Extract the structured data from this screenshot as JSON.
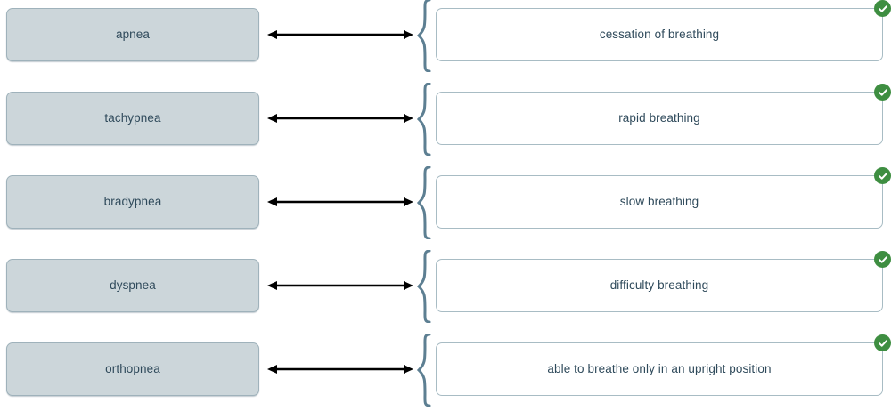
{
  "exercise": {
    "type": "term-definition-matching",
    "arrow_icon": "double-headed-arrow-icon",
    "brace_icon": "curly-brace-icon",
    "badge_icon": "green-check-circle-icon",
    "colors": {
      "term_fill": "#ccd6da",
      "term_border": "#9fb2bb",
      "answer_border": "#a8bcc4",
      "text": "#2f4a5b",
      "brace": "#5d7f92",
      "arrow": "#000000",
      "badge_green": "#3e8e41",
      "page_background": "#ffffff"
    },
    "rows": [
      {
        "term": "apnea",
        "definition": "cessation of breathing",
        "status": "correct"
      },
      {
        "term": "tachypnea",
        "definition": "rapid breathing",
        "status": "correct"
      },
      {
        "term": "bradypnea",
        "definition": "slow breathing",
        "status": "correct"
      },
      {
        "term": "dyspnea",
        "definition": "difficulty breathing",
        "status": "correct"
      },
      {
        "term": "orthopnea",
        "definition": "able to breathe only in an upright position",
        "status": "correct"
      }
    ]
  }
}
